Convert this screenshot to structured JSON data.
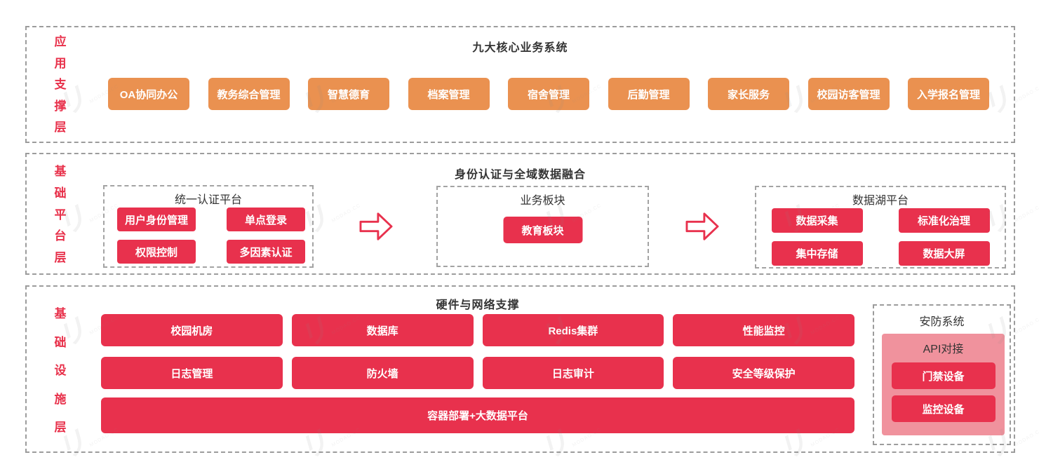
{
  "colors": {
    "accent_red": "#E8314D",
    "accent_orange": "#EA9150",
    "panel_pink": "#F0929D",
    "border_gray": "#9C9C9C",
    "title_text": "#333333"
  },
  "watermark": {
    "url": "MODAO.CC",
    "glyph": "リ"
  },
  "app_layer": {
    "label": "应用支撑层",
    "title": "九大核心业务系统",
    "systems": [
      "OA协同办公",
      "教务综合管理",
      "智慧德育",
      "档案管理",
      "宿舍管理",
      "后勤管理",
      "家长服务",
      "校园访客管理",
      "入学报名管理"
    ]
  },
  "platform_layer": {
    "label": "基础平台层",
    "title": "身份认证与全域数据融合",
    "auth_platform": {
      "title": "统一认证平台",
      "items": [
        "用户身份管理",
        "单点登录",
        "权限控制",
        "多因素认证"
      ]
    },
    "business_block": {
      "title": "业务板块",
      "items": [
        "教育板块"
      ]
    },
    "data_lake": {
      "title": "数据湖平台",
      "items": [
        "数据采集",
        "标准化治理",
        "集中存储",
        "数据大屏"
      ]
    }
  },
  "infra_layer": {
    "label": "基础设施层",
    "title": "硬件与网络支撑",
    "row1": [
      "校园机房",
      "数据库",
      "Redis集群",
      "性能监控"
    ],
    "row2": [
      "日志管理",
      "防火墙",
      "日志审计",
      "安全等级保护"
    ],
    "wide": "容器部署+大数据平台",
    "security": {
      "title": "安防系统",
      "panel_title": "API对接",
      "items": [
        "门禁设备",
        "监控设备"
      ]
    }
  }
}
